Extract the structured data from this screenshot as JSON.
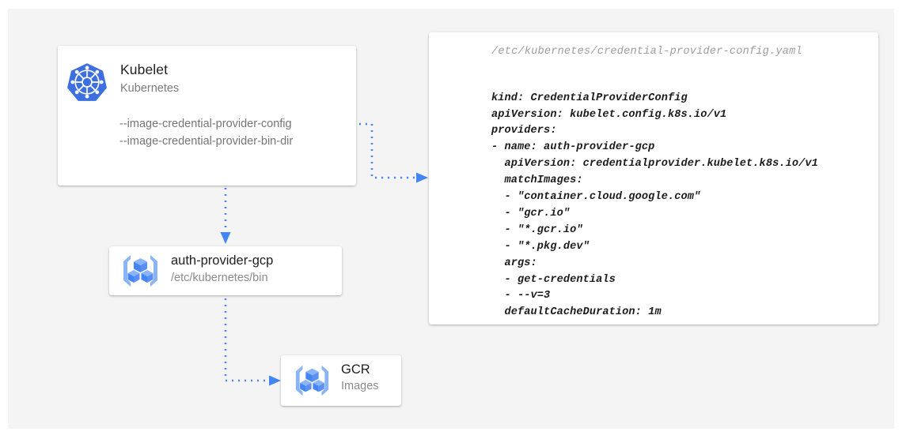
{
  "diagram": {
    "background_color": "#f4f4f4",
    "accent_color": "#4285f4"
  },
  "kubelet_card": {
    "icon": "kubernetes-helm-icon",
    "title": "Kubelet",
    "subtitle": "Kubernetes",
    "flags": [
      "--image-credential-provider-config",
      "--image-credential-provider-bin-dir"
    ]
  },
  "auth_provider_card": {
    "icon": "gcp-container-registry-icon",
    "title": "auth-provider-gcp",
    "subtitle": "/etc/kubernetes/bin"
  },
  "gcr_card": {
    "icon": "gcp-container-registry-icon",
    "title": "GCR",
    "subtitle": "Images"
  },
  "yaml_panel": {
    "filename": "/etc/kubernetes/credential-provider-config.yaml",
    "content": "kind: CredentialProviderConfig\napiVersion: kubelet.config.k8s.io/v1\nproviders:\n- name: auth-provider-gcp\n  apiVersion: credentialprovider.kubelet.k8s.io/v1\n  matchImages:\n  - \"container.cloud.google.com\"\n  - \"gcr.io\"\n  - \"*.gcr.io\"\n  - \"*.pkg.dev\"\n  args:\n  - get-credentials\n  - --v=3\n  defaultCacheDuration: 1m"
  },
  "connectors": [
    {
      "name": "kubelet-to-yaml-config",
      "style": "dotted-arrow"
    },
    {
      "name": "kubelet-to-auth-provider",
      "style": "dotted-arrow"
    },
    {
      "name": "auth-provider-to-gcr",
      "style": "dotted-arrow"
    }
  ]
}
